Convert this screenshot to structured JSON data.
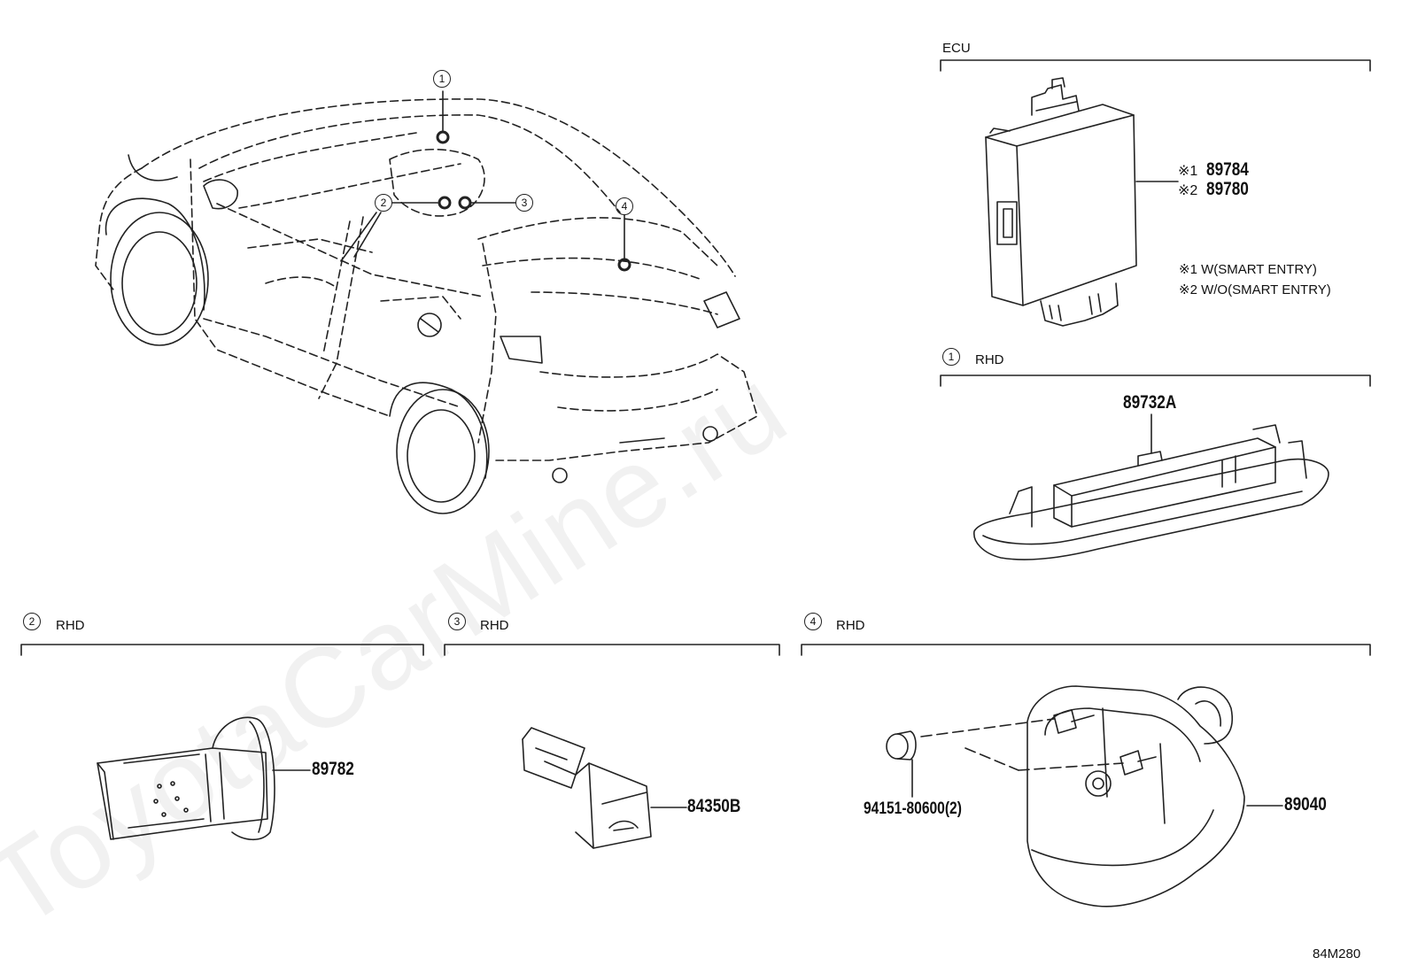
{
  "watermark": "ToyotaCarMine.ru",
  "diagram_code": "84M280",
  "callouts": {
    "c1": "1",
    "c2": "2",
    "c3": "3",
    "c4": "4"
  },
  "sections": {
    "ecu": {
      "title": "ECU",
      "part_1_mark": "※1",
      "part_1": "89784",
      "part_2_mark": "※2",
      "part_2": "89780",
      "note_1": "※1 W(SMART ENTRY)",
      "note_2": "※2 W/O(SMART ENTRY)"
    },
    "s1": {
      "num": "1",
      "label": "RHD",
      "part": "89732A"
    },
    "s2": {
      "num": "2",
      "label": "RHD",
      "part": "89782"
    },
    "s3": {
      "num": "3",
      "label": "RHD",
      "part": "84350B"
    },
    "s4": {
      "num": "4",
      "label": "RHD",
      "part": "89040",
      "fastener": "94151-80600(2)"
    }
  },
  "icons": {
    "car": "car-body-icon",
    "ecu": "ecu-module-icon",
    "antenna": "antenna-module-icon",
    "switch": "push-switch-icon",
    "lid_switch": "lid-opener-switch-icon",
    "motor": "motor-assembly-icon",
    "bolt": "bolt-icon"
  }
}
